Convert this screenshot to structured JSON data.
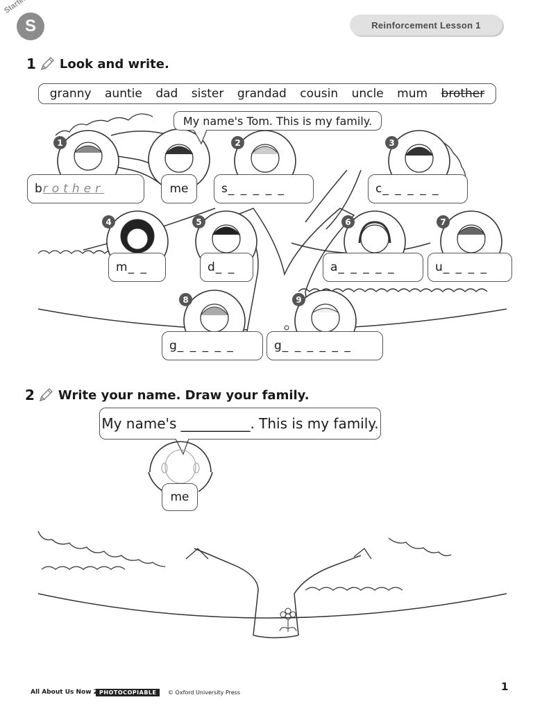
{
  "header": {
    "badge_label": "Starter",
    "badge_letter": "S",
    "lesson": "Reinforcement Lesson 1"
  },
  "exercise1": {
    "number": "1",
    "instruction": "Look and write.",
    "word_bank": [
      "granny",
      "auntie",
      "dad",
      "sister",
      "grandad",
      "cousin",
      "uncle",
      "mum",
      "brother"
    ],
    "crossed_out": "brother",
    "speech": "My name's Tom. This is my family.",
    "me_label": "me",
    "example_answer": {
      "first_letter": "b",
      "traced": "rother"
    },
    "items": [
      {
        "n": "1",
        "start": "b",
        "blank": ""
      },
      {
        "n": "2",
        "start": "s",
        "blank": "_ _ _ _ _"
      },
      {
        "n": "3",
        "start": "c",
        "blank": "_ _ _ _ _"
      },
      {
        "n": "4",
        "start": "m",
        "blank": "_ _"
      },
      {
        "n": "5",
        "start": "d",
        "blank": "_ _"
      },
      {
        "n": "6",
        "start": "a",
        "blank": "_ _ _ _ _"
      },
      {
        "n": "7",
        "start": "u",
        "blank": "_ _ _ _"
      },
      {
        "n": "8",
        "start": "g",
        "blank": "_ _ _ _ _"
      },
      {
        "n": "9",
        "start": "g",
        "blank": "_ _ _ _ _ _"
      }
    ]
  },
  "exercise2": {
    "number": "2",
    "instruction": "Write your name. Draw your family.",
    "speech_start": "My name's",
    "speech_blank": "__________",
    "speech_end": ". This is my family.",
    "me_label": "me"
  },
  "footer": {
    "title": "All About Us Now 2",
    "photocopiable": "PHOTOCOPIABLE",
    "copyright": "© Oxford University Press",
    "page": "1"
  }
}
